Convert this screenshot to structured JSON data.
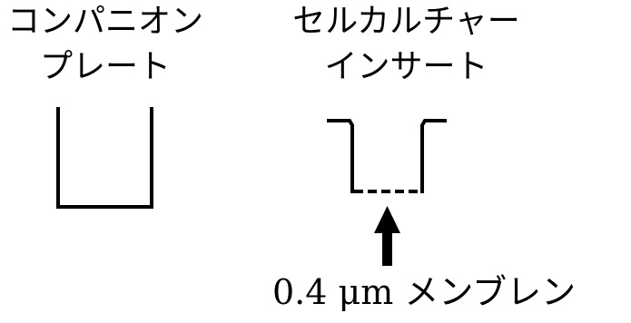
{
  "companion_plate": {
    "label_line1": "コンパニオン",
    "label_line2": "プレート"
  },
  "cell_culture_insert": {
    "label_line1": "セルカルチャー",
    "label_line2": "インサート"
  },
  "membrane": {
    "label": "0.4 μm メンブレン"
  },
  "colors": {
    "stroke": "#000000",
    "background": "#ffffff"
  }
}
